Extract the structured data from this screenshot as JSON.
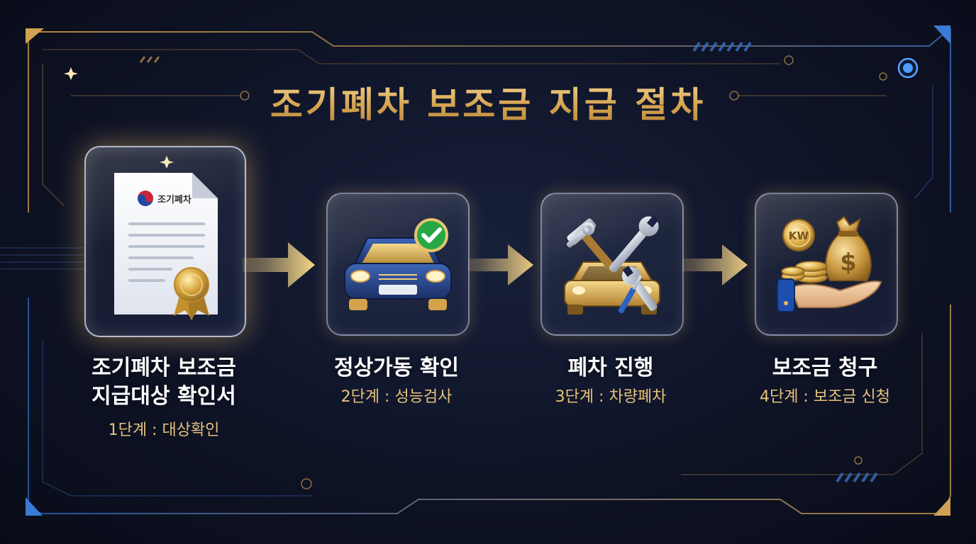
{
  "title": "조기폐차 보조금 지급 절차",
  "steps": [
    {
      "title_line1": "조기폐차 보조금",
      "title_line2": "지급대상 확인서",
      "subtitle": "1단계 : 대상확인",
      "icon": "certificate-document-icon",
      "doc_text": "조기폐차"
    },
    {
      "title_line1": "정상가동 확인",
      "subtitle": "2단계 : 성능검사",
      "icon": "car-check-icon"
    },
    {
      "title_line1": "폐차 진행",
      "subtitle": "3단계 : 차량폐차",
      "icon": "tools-car-icon"
    },
    {
      "title_line1": "보조금 청구",
      "subtitle": "4단계 : 보조금 신청",
      "icon": "money-bag-hand-icon",
      "coin_text": "KW",
      "bag_text": "$"
    }
  ],
  "colors": {
    "gold": "#e2b866",
    "background": "#0e1326",
    "accent_blue": "#3a7bd5"
  }
}
